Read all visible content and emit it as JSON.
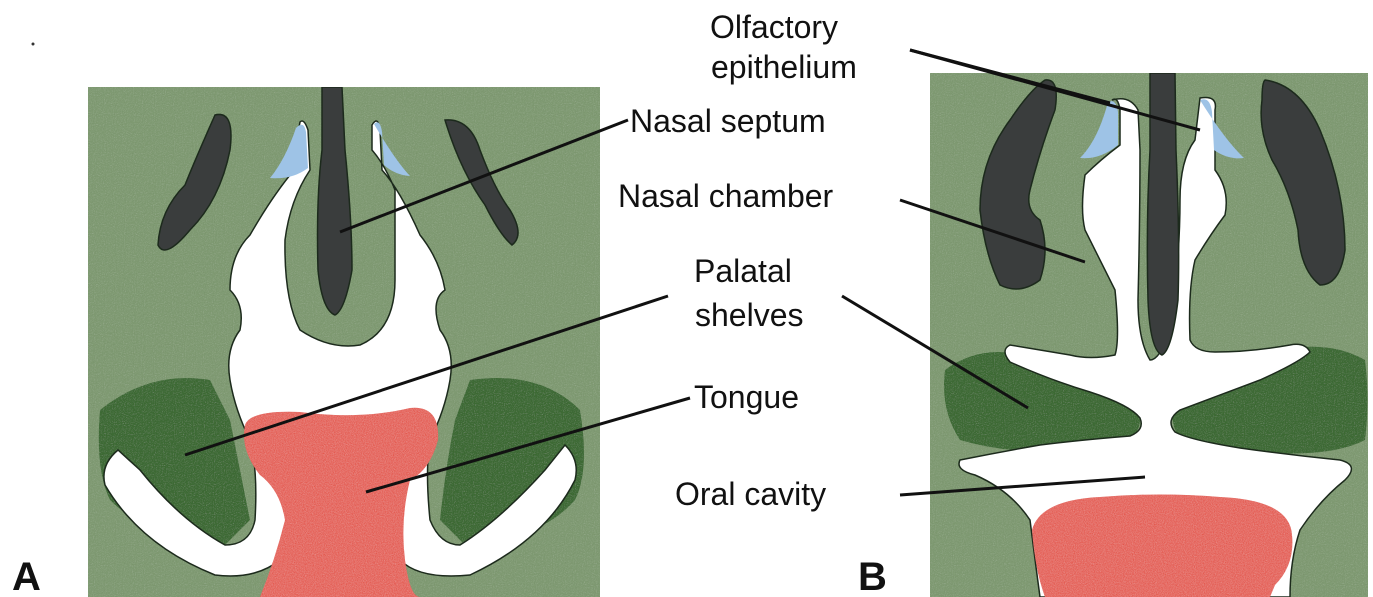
{
  "panels": {
    "a": {
      "label": "A"
    },
    "b": {
      "label": "B"
    }
  },
  "labels": {
    "olfactory_line1": "Olfactory",
    "olfactory_line2": "epithelium",
    "nasal_septum": "Nasal septum",
    "nasal_chamber": "Nasal chamber",
    "palatal_line1": "Palatal",
    "palatal_line2": "shelves",
    "tongue": "Tongue",
    "oral_cavity": "Oral cavity"
  },
  "colors": {
    "mesenchyme": "#7f9a72",
    "palatal_shelf": "#3e6b34",
    "cartilage": "#3a3d3d",
    "tongue": "#e2412f",
    "cavity": "#ffffff",
    "olfactory": "#9ec3e6"
  }
}
